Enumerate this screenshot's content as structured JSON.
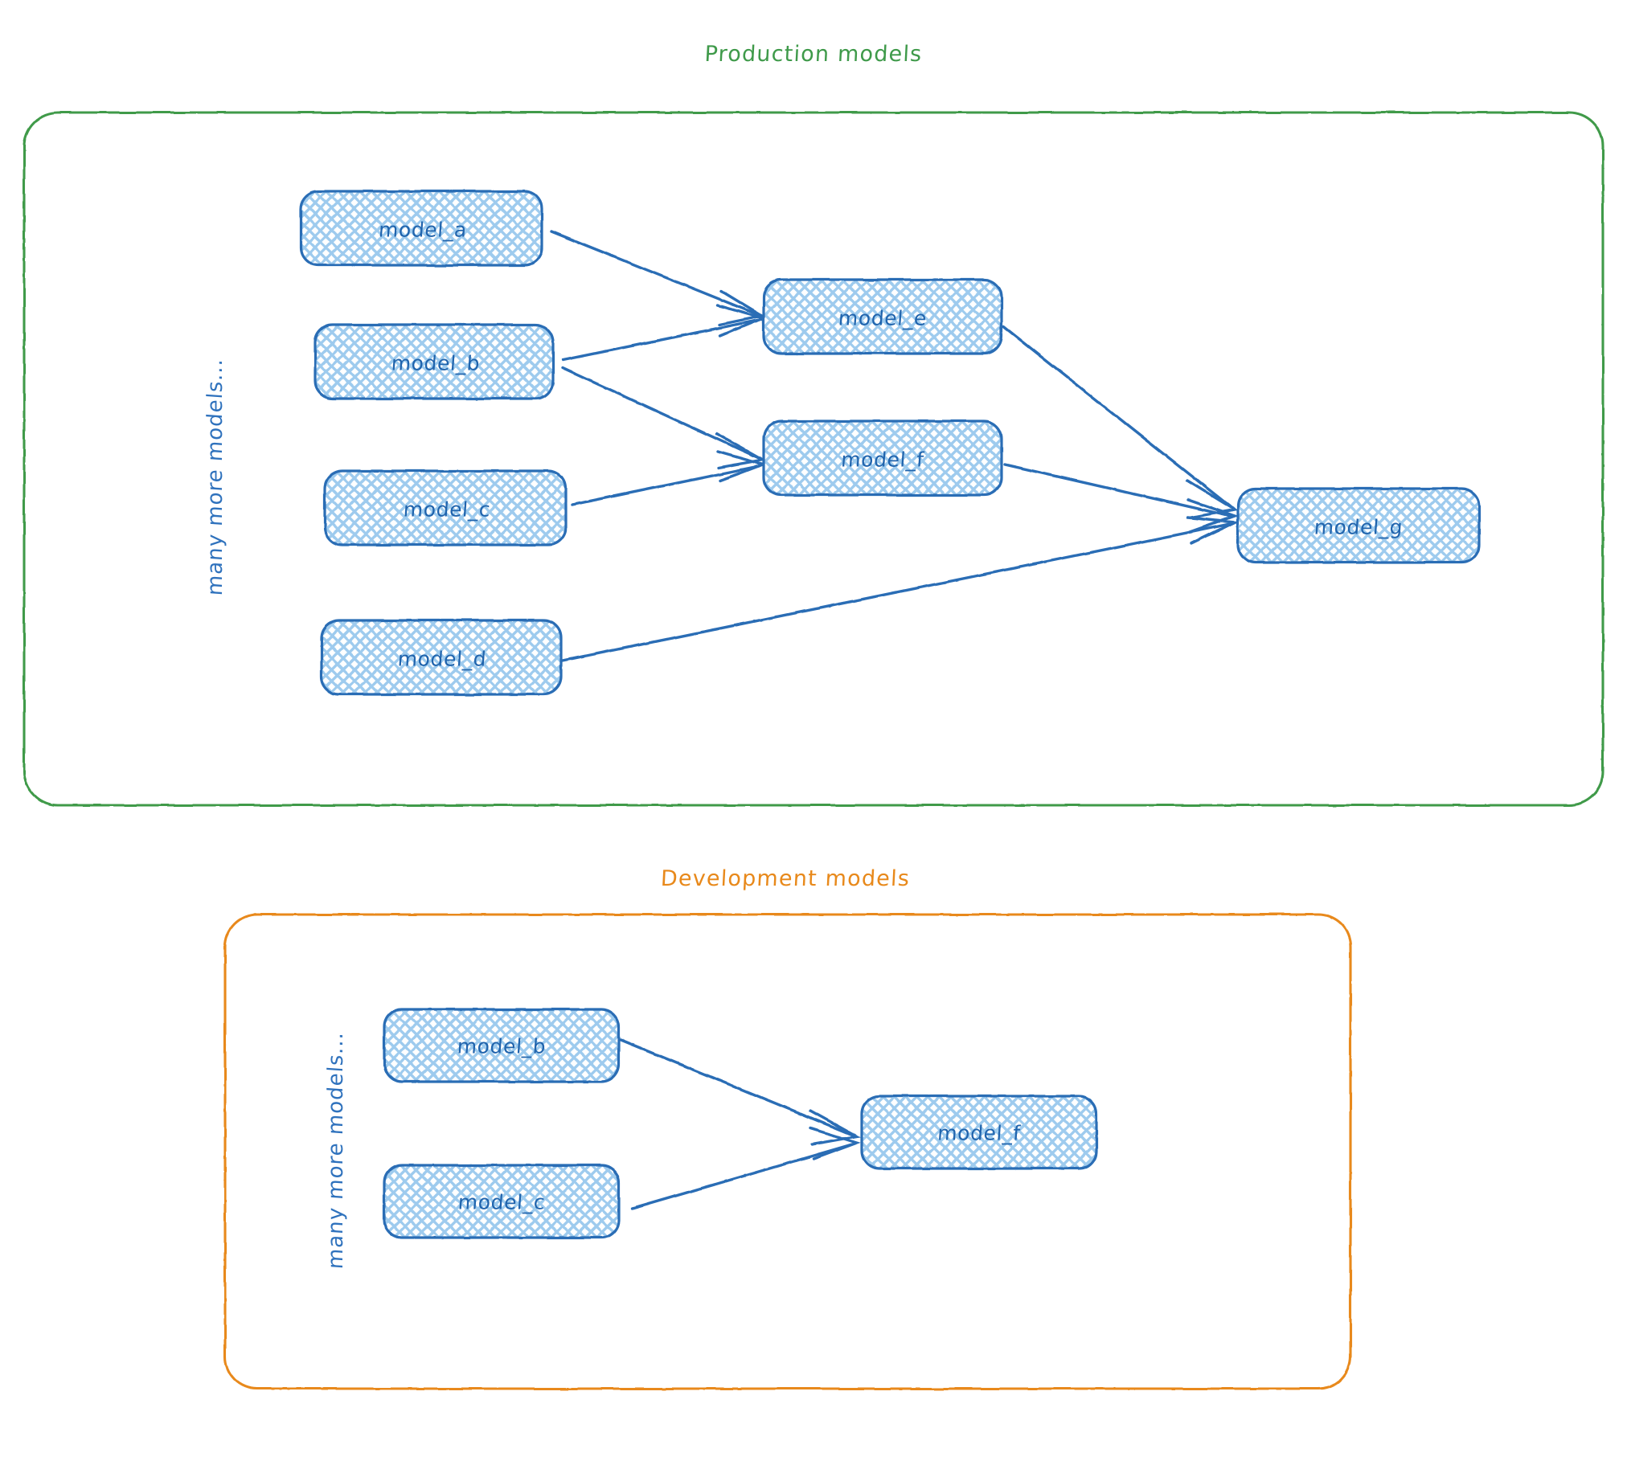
{
  "diagram": {
    "type": "dag-lineage-diagram",
    "background": "#ffffff",
    "groups": [
      {
        "id": "production",
        "title": "Production models",
        "title_color": "#3f9a4a",
        "border_color": "#3f9a4a",
        "side_label": "many more models...",
        "side_label_color": "#2f72bd"
      },
      {
        "id": "development",
        "title": "Development models",
        "title_color": "#e8891b",
        "border_color": "#e8891b",
        "side_label": "many more models...",
        "side_label_color": "#2f72bd"
      }
    ],
    "node_style": {
      "stroke": "#2a6db5",
      "fill_pattern": "cross-hatch",
      "fill_color": "#bcd9f2",
      "text_color": "#2064ad"
    },
    "edge_style": {
      "stroke": "#2a6db5",
      "arrowhead": "open-v"
    },
    "production_nodes": [
      {
        "id": "model_a",
        "label": "model_a"
      },
      {
        "id": "model_b",
        "label": "model_b"
      },
      {
        "id": "model_c",
        "label": "model_c"
      },
      {
        "id": "model_d",
        "label": "model_d"
      },
      {
        "id": "model_e",
        "label": "model_e"
      },
      {
        "id": "model_f",
        "label": "model_f"
      },
      {
        "id": "model_g",
        "label": "model_g"
      }
    ],
    "production_edges": [
      {
        "from": "model_a",
        "to": "model_e"
      },
      {
        "from": "model_b",
        "to": "model_e"
      },
      {
        "from": "model_b",
        "to": "model_f"
      },
      {
        "from": "model_c",
        "to": "model_f"
      },
      {
        "from": "model_e",
        "to": "model_g"
      },
      {
        "from": "model_f",
        "to": "model_g"
      },
      {
        "from": "model_d",
        "to": "model_g"
      }
    ],
    "development_nodes": [
      {
        "id": "dev_model_b",
        "label": "model_b"
      },
      {
        "id": "dev_model_c",
        "label": "model_c"
      },
      {
        "id": "dev_model_f",
        "label": "model_f"
      }
    ],
    "development_edges": [
      {
        "from": "dev_model_b",
        "to": "dev_model_f"
      },
      {
        "from": "dev_model_c",
        "to": "dev_model_f"
      }
    ]
  }
}
